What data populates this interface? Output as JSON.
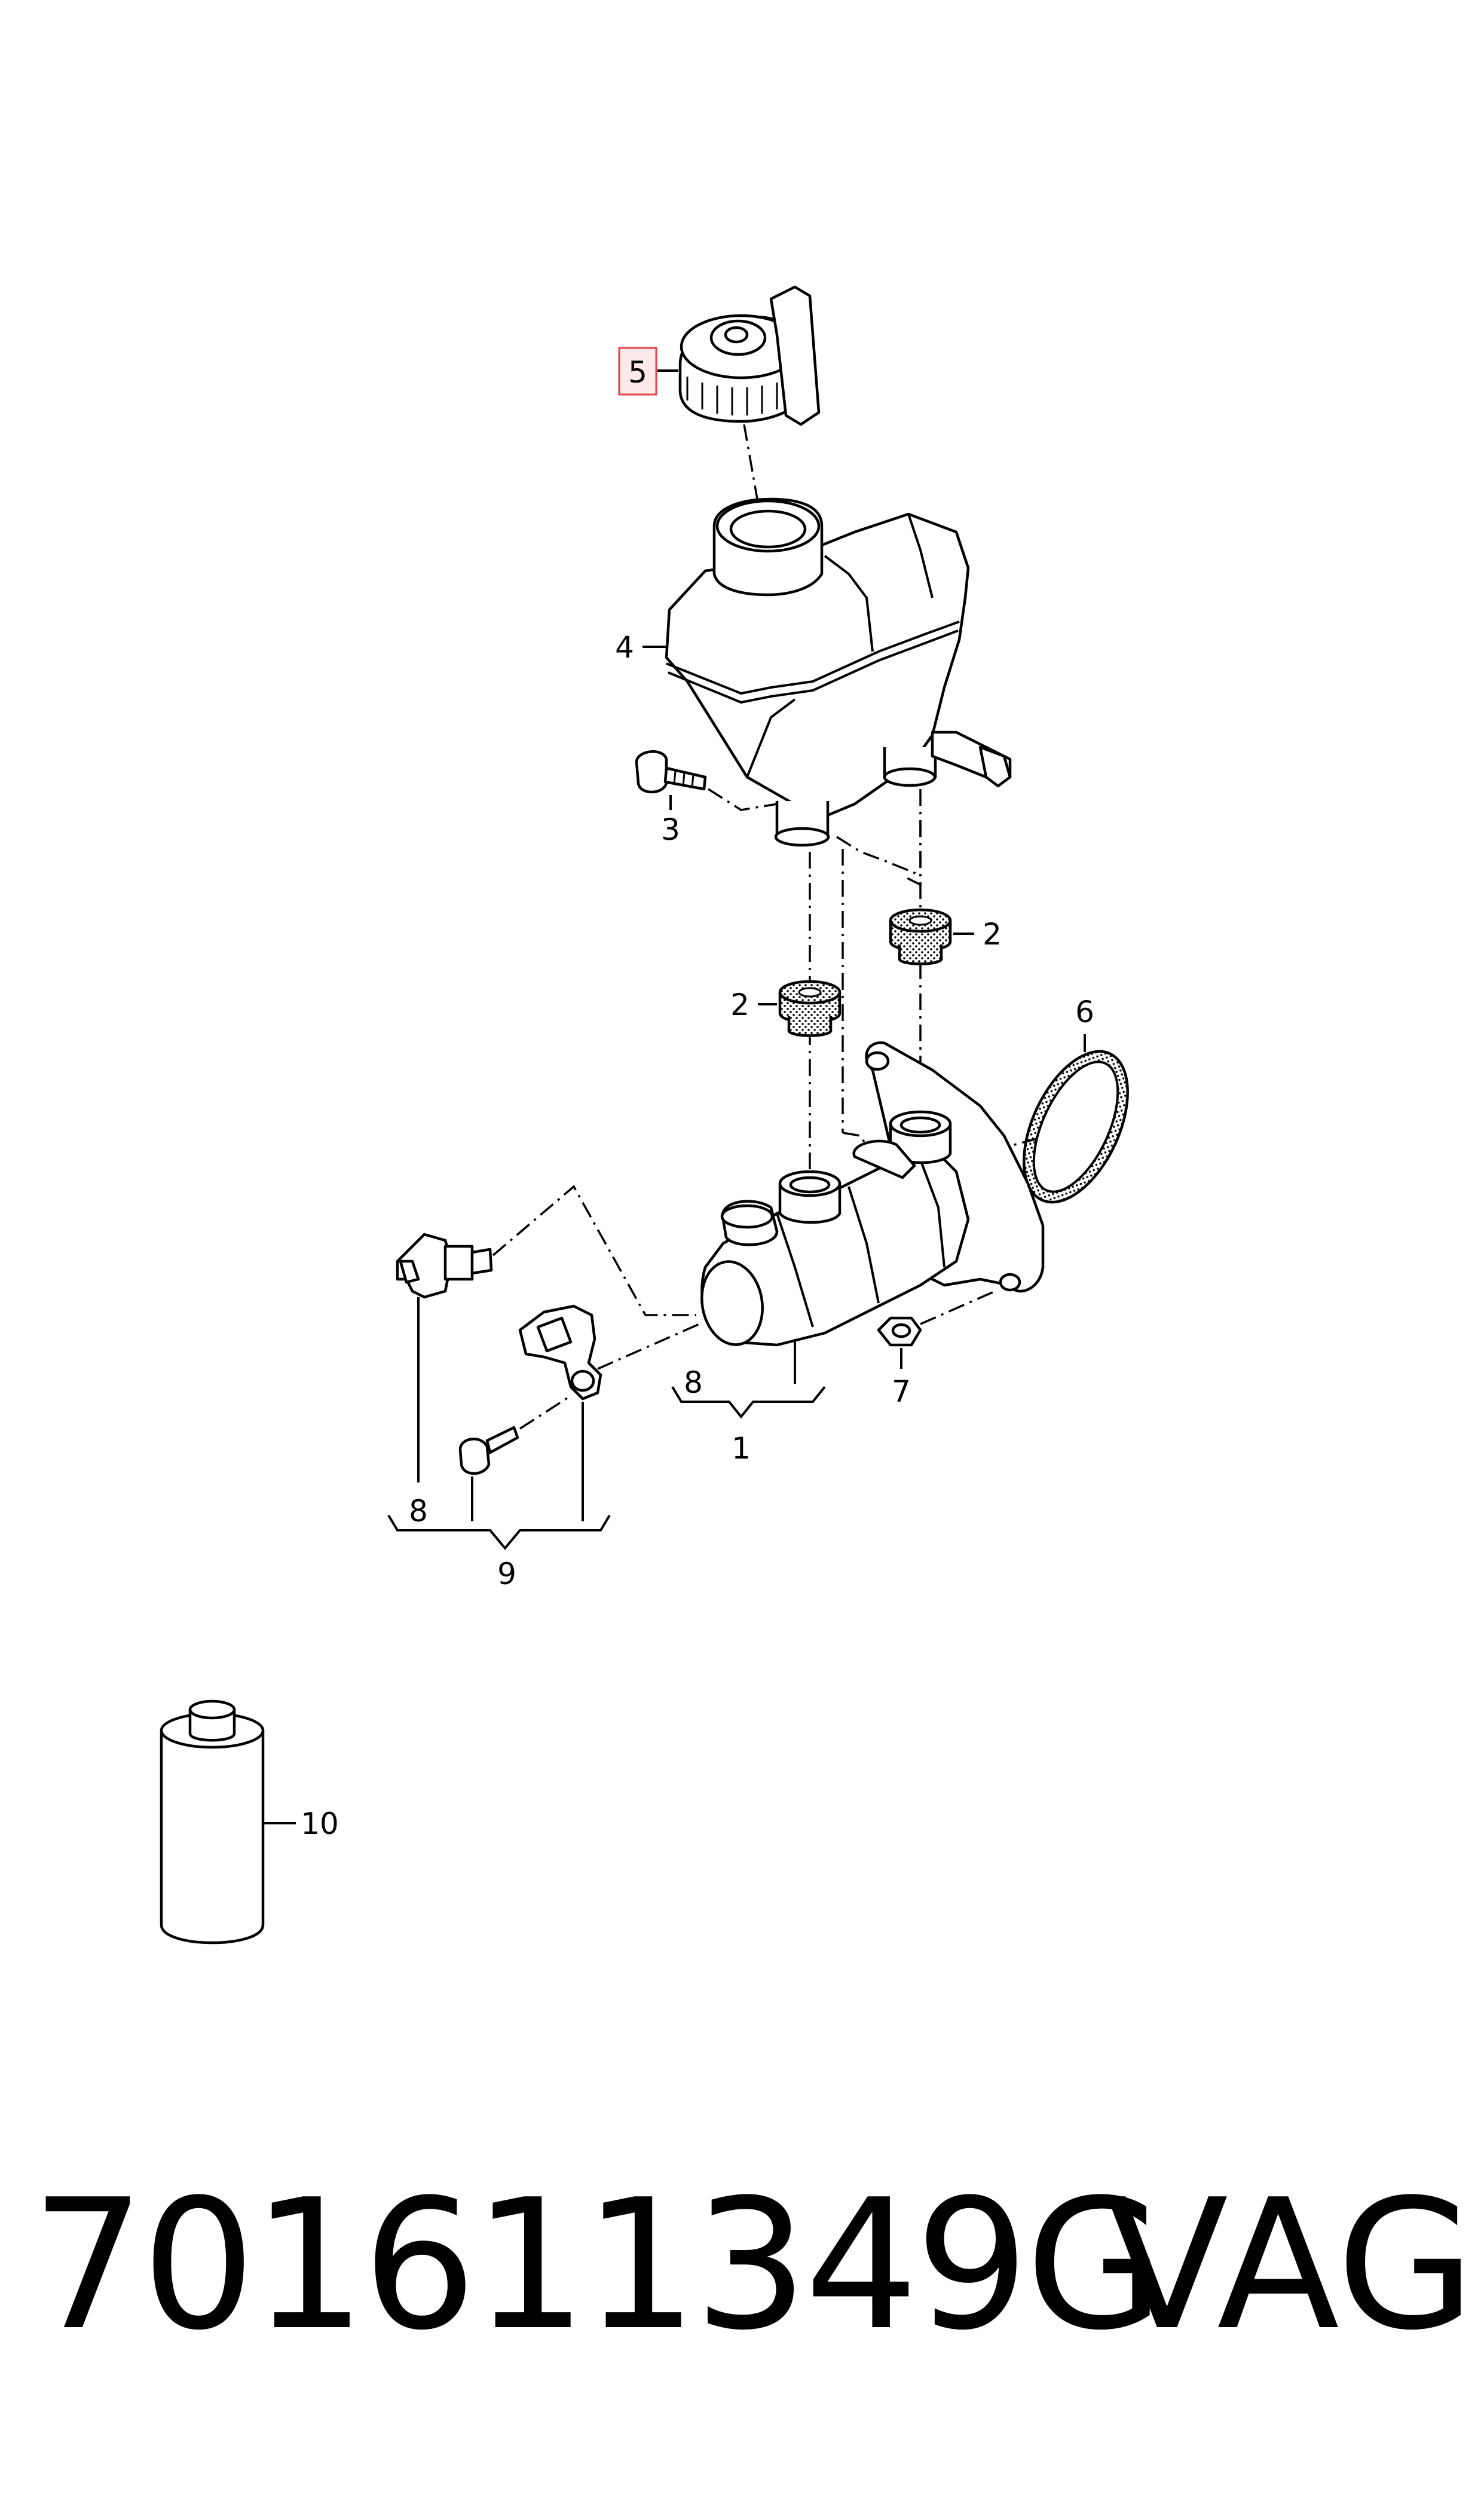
{
  "callouts": {
    "c1": "1",
    "c2a": "2",
    "c2b": "2",
    "c3": "3",
    "c4": "4",
    "c5": "5",
    "c6": "6",
    "c7": "7",
    "c8a": "8",
    "c8b": "8",
    "c9": "9",
    "c10": "10"
  },
  "highlight_color": "#e8404a",
  "highlight_fill": "#fde8ea",
  "part_number": "701611349G",
  "brand": "VAG"
}
